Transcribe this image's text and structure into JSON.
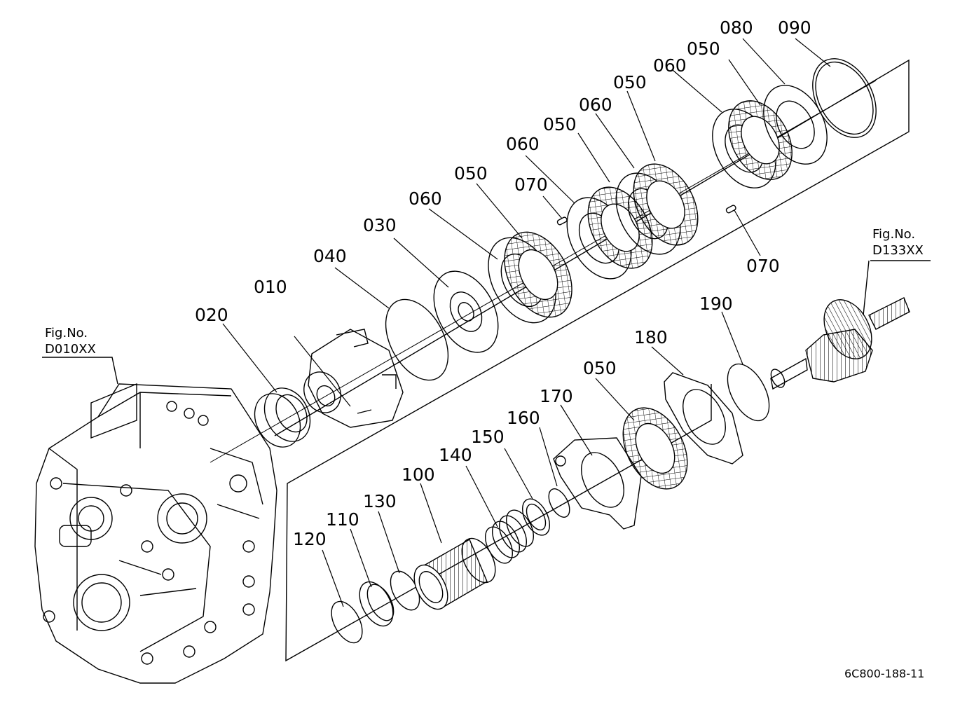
{
  "figure_refs": {
    "left": {
      "line1": "Fig.No.",
      "line2": "D010XX"
    },
    "right": {
      "line1": "Fig.No.",
      "line2": "D133XX"
    }
  },
  "drawing_code": "6C800-188-11",
  "labels": {
    "p010": "010",
    "p020": "020",
    "p030": "030",
    "p040": "040",
    "p050a": "050",
    "p050b": "050",
    "p050c": "050",
    "p050d": "050",
    "p050e": "050",
    "p060a": "060",
    "p060b": "060",
    "p060c": "060",
    "p060d": "060",
    "p070a": "070",
    "p070b": "070",
    "p080": "080",
    "p090": "090",
    "p100": "100",
    "p110": "110",
    "p120": "120",
    "p130": "130",
    "p140": "140",
    "p150": "150",
    "p160": "160",
    "p170": "170",
    "p180": "180",
    "p190": "190"
  }
}
